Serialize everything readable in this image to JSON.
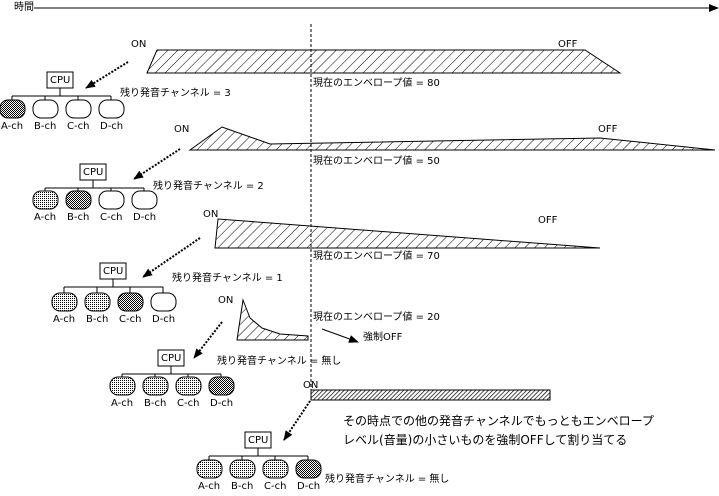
{
  "time_label": "時間",
  "cpu_label": "CPU",
  "on_label": "ON",
  "off_label": "OFF",
  "channel_names": [
    "A-ch",
    "B-ch",
    "C-ch",
    "D-ch"
  ],
  "groups": [
    {
      "remaining": "残り発音チャンネル = 3",
      "envelope_value": "現在のエンベロープ値 = 80",
      "channel_states": [
        "new",
        "free",
        "free",
        "free"
      ]
    },
    {
      "remaining": "残り発音チャンネル = 2",
      "envelope_value": "現在のエンベロープ値 = 50",
      "channel_states": [
        "busy",
        "new",
        "free",
        "free"
      ]
    },
    {
      "remaining": "残り発音チャンネル = 1",
      "envelope_value": "現在のエンベロープ値 = 70",
      "channel_states": [
        "busy",
        "busy",
        "new",
        "free"
      ]
    },
    {
      "remaining": "残り発音チャンネル = 無し",
      "envelope_value": "現在のエンベロープ値 = 20",
      "forced_off": "強制OFF",
      "channel_states": [
        "busy",
        "busy",
        "busy",
        "new"
      ]
    },
    {
      "remaining": "残り発音チャンネル = 無し",
      "channel_states": [
        "busy",
        "busy",
        "busy",
        "new"
      ]
    }
  ],
  "note_lines": [
    "その時点での他の発音チャンネルでもっともエンベロープ",
    "レベル(音量)の小さいものを強制OFFして割り当てる"
  ]
}
